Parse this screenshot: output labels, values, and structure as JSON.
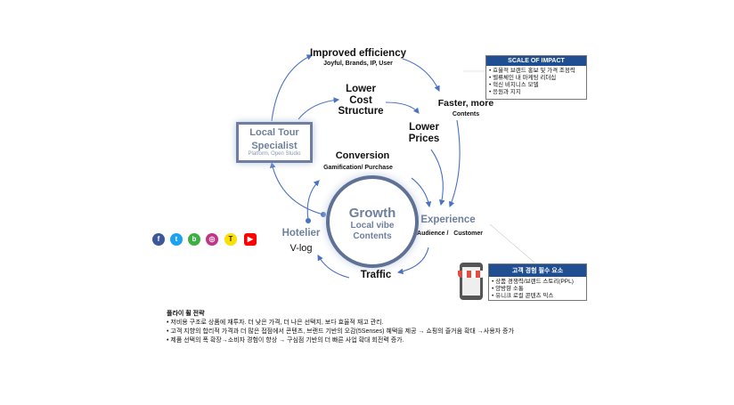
{
  "nodes": {
    "improved_efficiency": {
      "title": "Improved efficiency",
      "sub": "Joyful, Brands, IP, User"
    },
    "lower_cost": {
      "l1": "Lower",
      "l2": "Cost",
      "l3": "Structure"
    },
    "faster": {
      "title": "Faster, more",
      "sub": "Contents"
    },
    "lower_prices": {
      "l1": "Lower",
      "l2": "Prices"
    },
    "local_tour": {
      "l1": "Local Tour",
      "l2": "Specialist",
      "sub": "Platform, Open Studio"
    },
    "conversion": {
      "title": "Conversion",
      "sub": "Gamification/ Purchase"
    },
    "growth": {
      "title": "Growth",
      "l1": "Local vibe",
      "l2": "Contents"
    },
    "experience": {
      "title": "Experience",
      "sub": "Audience /   Customer"
    },
    "hotelier": {
      "title": "Hotelier",
      "sub": "V-log"
    },
    "traffic": {
      "title": "Traffic"
    }
  },
  "scale_box": {
    "title": "SCALE OF IMPACT",
    "items": [
      "효율적 브랜드 홍보 및 가격 조정력",
      "벨류체인 내 마케팅 리더십",
      "혁신 비지니스 모델",
      "응원과 지지"
    ]
  },
  "experience_box": {
    "title": "고객 경험 필수 요소",
    "items": [
      "상품 경쟁력/브랜드 스토리(PPL)",
      "양방향 소통",
      "유니크 로컬 콘텐츠 믹스"
    ]
  },
  "social": [
    {
      "name": "facebook",
      "glyph": "f",
      "color": "#3b5998"
    },
    {
      "name": "twitter",
      "glyph": "t",
      "color": "#1da1f2"
    },
    {
      "name": "blog",
      "glyph": "b",
      "color": "#3cb043"
    },
    {
      "name": "instagram",
      "glyph": "◎",
      "color": "#c13584"
    },
    {
      "name": "kakaotalk",
      "glyph": "T",
      "color": "#f9e000"
    },
    {
      "name": "youtube",
      "glyph": "▶",
      "color": "#ff0000"
    }
  ],
  "notes": {
    "title": "플라이 휠 전략",
    "items": [
      "• 저비용 구조로 상품에 재투자. 더 낮은 가격, 더 나은 선택지, 보다 효율적 재고 관리.",
      "• 고객 지향의 합리적 가격과 더 많은 접점에서 콘텐츠, 브랜드 기반의 오감(5Senses) 혜택을 제공 → 쇼핑의 즐거움 확대 →사용자 증가",
      "• 제품 선택의 폭 확장→소비자 경험이 향상 → 구심점 기반의 더 빠른 사업 확대 회전력 증가."
    ]
  }
}
